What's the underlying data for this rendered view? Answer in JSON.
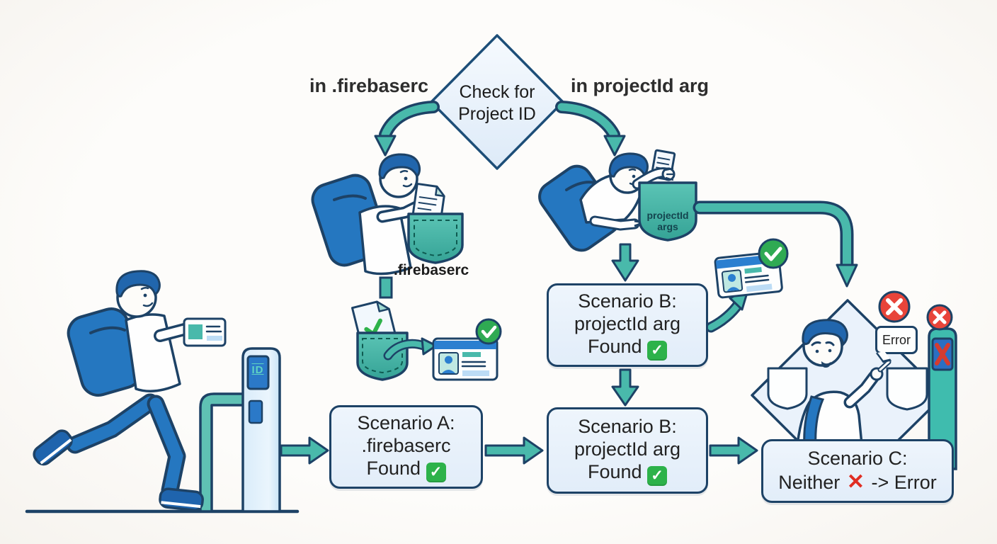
{
  "background": "#fcfbf8",
  "colors": {
    "outline_navy": "#1d4266",
    "arrow_teal": "#49b9ab",
    "figure_blue": "#2577c0",
    "hair_blue": "#2166ad",
    "box_fill": "#e9f1fa",
    "check_green": "#2db24a",
    "badge_green": "#2faa53",
    "error_red": "#e8443a",
    "text_dark": "#222222"
  },
  "decision": {
    "line1": "Check for",
    "line2": "Project ID"
  },
  "branches": {
    "left": "in .firebaserc",
    "right": "in projectId arg"
  },
  "pockets": {
    "firebaserc": ".firebaserc",
    "projectid_line1": "projectId",
    "projectid_line2": "args"
  },
  "kiosk": {
    "screen": "ID"
  },
  "scenarios": {
    "a": {
      "line1": "Scenario A:",
      "line2": ".firebaserc",
      "line3": "Found"
    },
    "b_top": {
      "line1": "Scenario B:",
      "line2": "projectId arg",
      "line3": "Found"
    },
    "b_bottom": {
      "line1": "Scenario B:",
      "line2": "projectId arg",
      "line3": "Found"
    },
    "c": {
      "line1": "Scenario C:",
      "line2_prefix": "Neither",
      "line2_suffix": "-> Error"
    }
  },
  "error_bubble": "Error",
  "icons": {
    "found_check": "✓",
    "card_check": "✓",
    "neither_cross": "✕",
    "error_screen_x": "✕"
  }
}
